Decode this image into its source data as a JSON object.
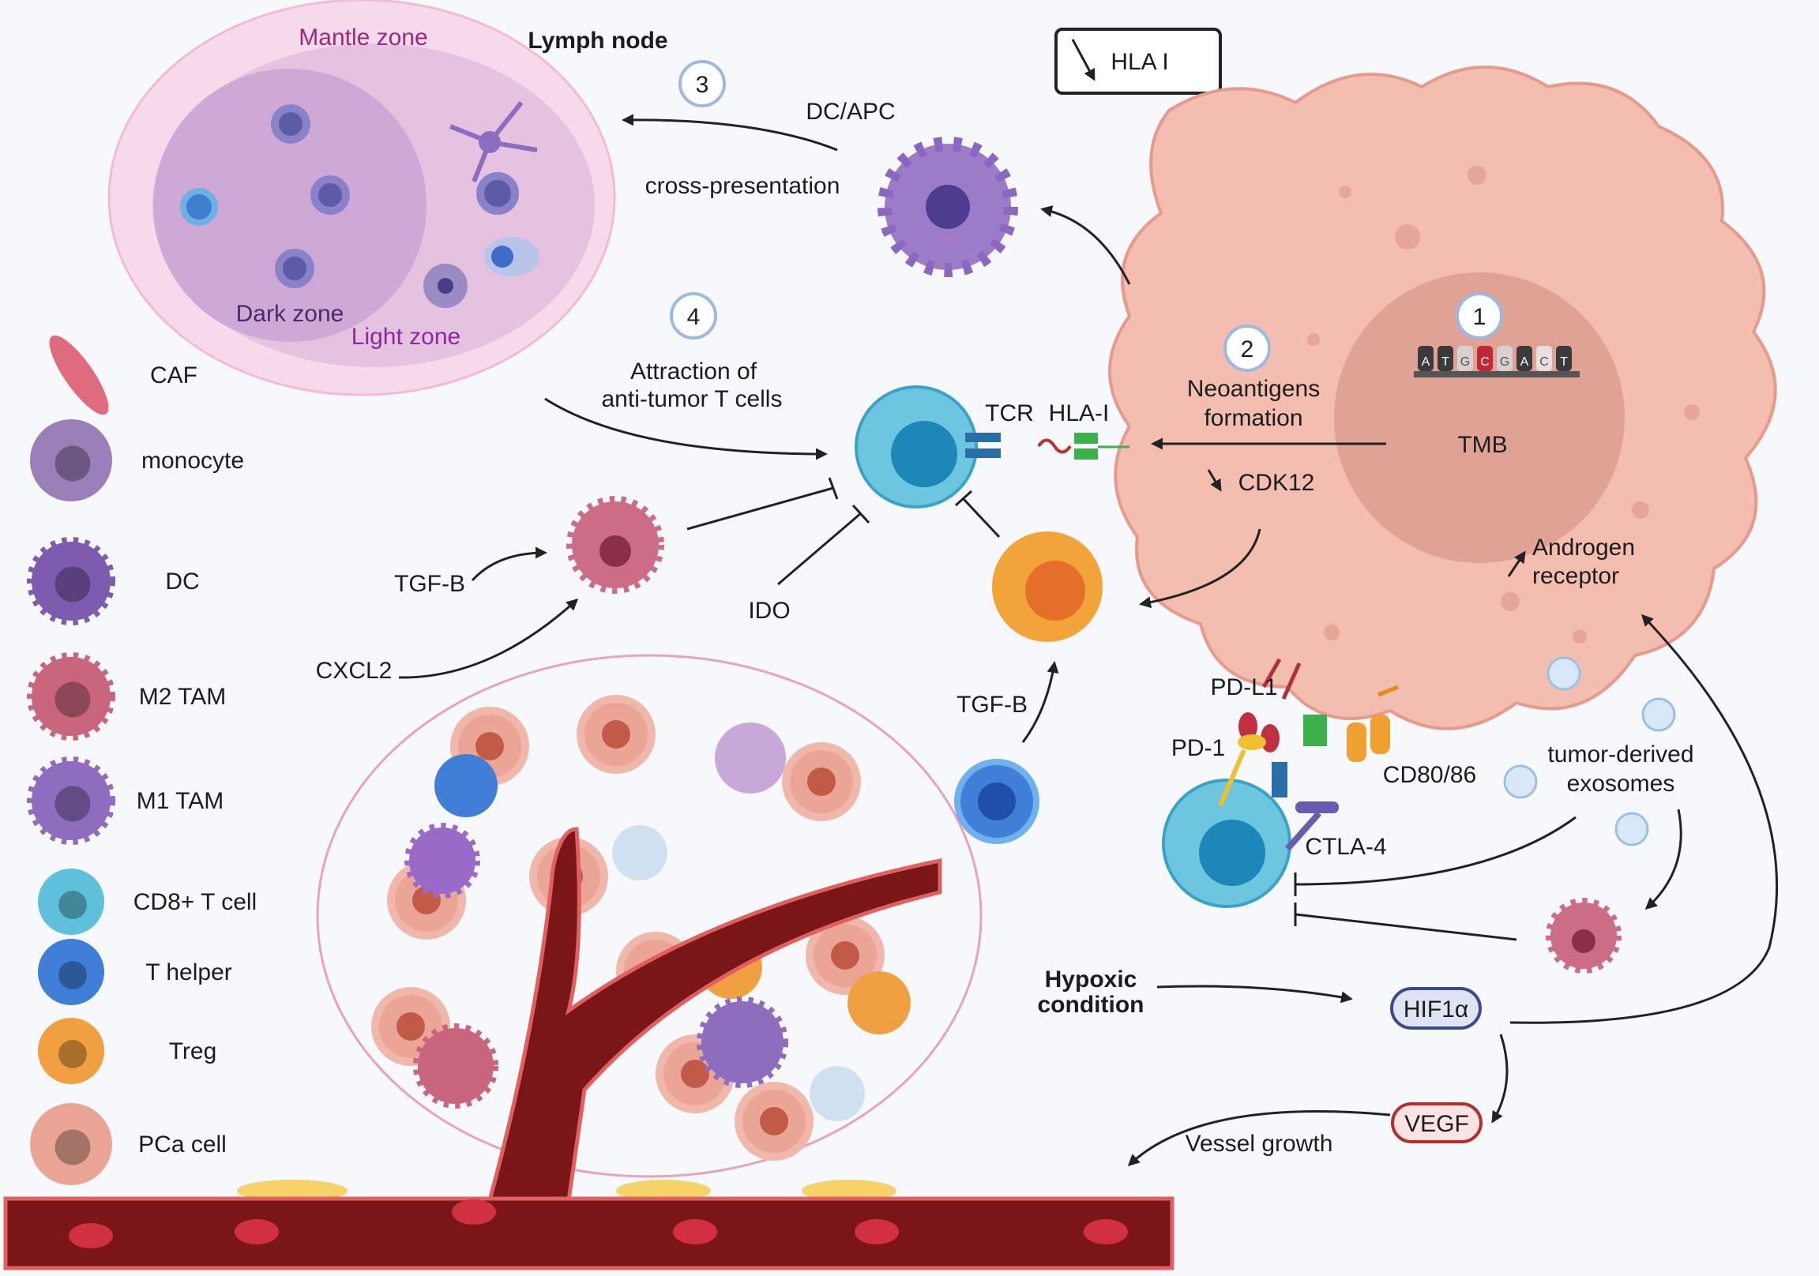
{
  "lymph_node": {
    "title": "Lymph node",
    "mantle": "Mantle zone",
    "dark": "Dark zone",
    "light": "Light zone"
  },
  "hla_box": "HLA I",
  "steps": {
    "s1": "1",
    "s2": "2",
    "s3": "3",
    "s4": "4"
  },
  "labels": {
    "dc_apc": "DC/APC",
    "cross": "cross-presentation",
    "attraction1": "Attraction of",
    "attraction2": "anti-tumor T cells",
    "neo1": "Neoantigens",
    "neo2": "formation",
    "tmb": "TMB",
    "cdk12": "CDK12",
    "ar1": "Androgen",
    "ar2": "receptor",
    "tcr": "TCR",
    "hla1": "HLA-I",
    "tgfb_left": "TGF-B",
    "cxcl2": "CXCL2",
    "ido": "IDO",
    "tgfb_right": "TGF-B",
    "pdl1": "PD-L1",
    "pd1": "PD-1",
    "cd80": "CD80/86",
    "ctla4": "CTLA-4",
    "exo1": "tumor-derived",
    "exo2": "exosomes",
    "hyp1": "Hypoxic",
    "hyp2": "condition",
    "hif": "HIF1α",
    "vegf": "VEGF",
    "vessel": "Vessel growth"
  },
  "dna": [
    "A",
    "T",
    "G",
    "C",
    "G",
    "A",
    "C",
    "T"
  ],
  "legend": [
    {
      "label": "CAF",
      "color": "#e06a7e"
    },
    {
      "label": "monocyte",
      "color": "#9a7fb8"
    },
    {
      "label": "DC",
      "color": "#7d5cb0"
    },
    {
      "label": "M2 TAM",
      "color": "#c9667e"
    },
    {
      "label": "M1 TAM",
      "color": "#8e6dbf"
    },
    {
      "label": "CD8+ T cell",
      "color": "#5fc0dc"
    },
    {
      "label": "T helper",
      "color": "#3f7fd8"
    },
    {
      "label": "Treg",
      "color": "#f0a040"
    },
    {
      "label": "PCa cell",
      "color": "#eba596"
    }
  ]
}
